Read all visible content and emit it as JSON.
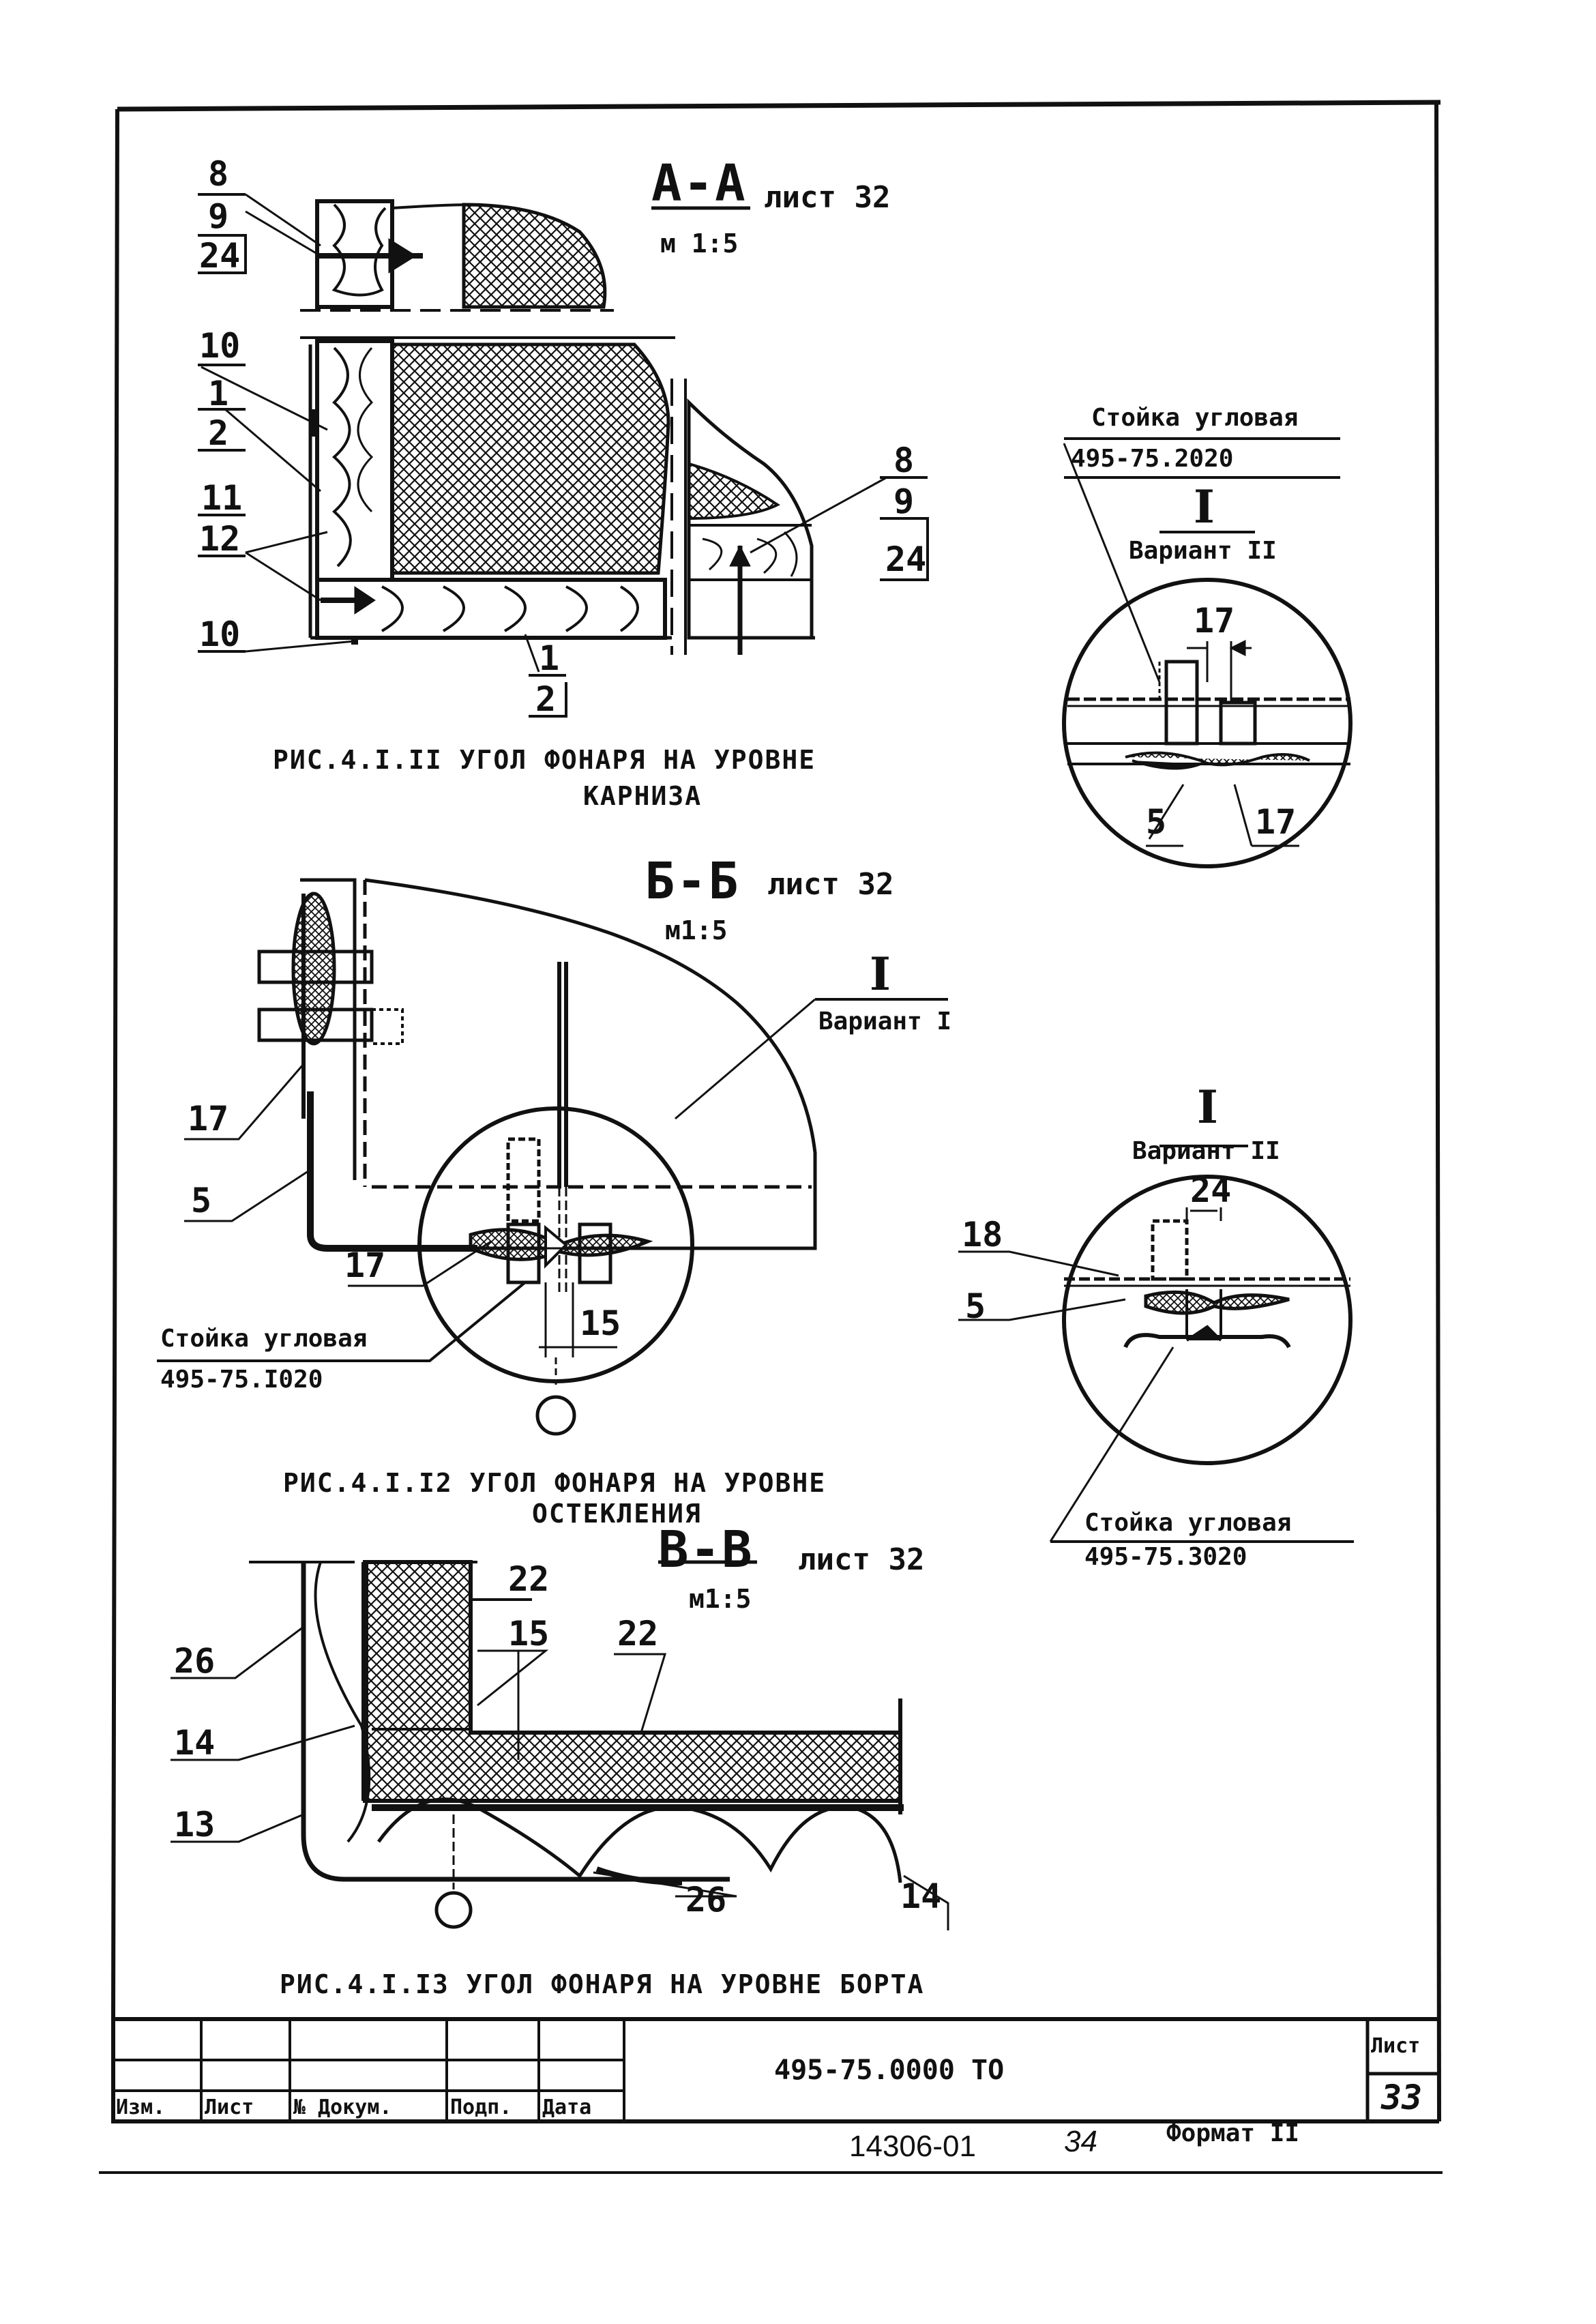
{
  "views": {
    "aa": {
      "section": "А-А",
      "sheet_ref": "лист 32",
      "scale": "м 1:5"
    },
    "bb": {
      "section": "Б-Б",
      "sheet_ref": "лист 32",
      "scale": "м1:5"
    },
    "vv": {
      "section": "В-В",
      "sheet_ref": "лист 32",
      "scale": "м1:5"
    }
  },
  "captions": {
    "fig11_l1": "РИС.4.I.II УГОЛ ФОНАРЯ НА УРОВНЕ",
    "fig11_l2": "КАРНИЗА",
    "fig12_l1": "РИС.4.I.I2 УГОЛ ФОНАРЯ НА УРОВНЕ",
    "fig12_l2": "ОСТЕКЛЕНИЯ",
    "fig13": "РИС.4.I.I3 УГОЛ ФОНАРЯ НА УРОВНЕ БОРТА"
  },
  "labels": {
    "aa": [
      "8",
      "9",
      "24",
      "10",
      "1",
      "2",
      "11",
      "12",
      "10",
      "1",
      "2",
      "8",
      "9",
      "24"
    ],
    "bb": [
      "17",
      "5",
      "17",
      "15"
    ],
    "vv": [
      "22",
      "15",
      "22",
      "26",
      "14",
      "13",
      "26",
      "14"
    ],
    "det1": [
      "17",
      "5",
      "17"
    ],
    "det3": [
      "24",
      "18",
      "5"
    ]
  },
  "callouts": {
    "det1_title": "Стойка угловая",
    "det1_code": "495-75.2020",
    "det1_roman": "I",
    "det1_variant": "Вариант II",
    "bb_circle_roman": "I",
    "bb_circle_variant": "Вариант I",
    "bb_title": "Стойка угловая",
    "bb_code": "495-75.I020",
    "det3_roman": "I",
    "det3_variant": "Вариант II",
    "det3_title": "Стойка угловая",
    "det3_code": "495-75.3020"
  },
  "title_block": {
    "columns": [
      "Изм.",
      "Лист",
      "№ Докум.",
      "Подп.",
      "Дата"
    ],
    "document": "495-75.0000 ТО",
    "sheet_label": "Лист",
    "sheet_number": "33"
  },
  "footer": {
    "inventory": "14306-01",
    "page": "34",
    "format": "Формат II"
  }
}
